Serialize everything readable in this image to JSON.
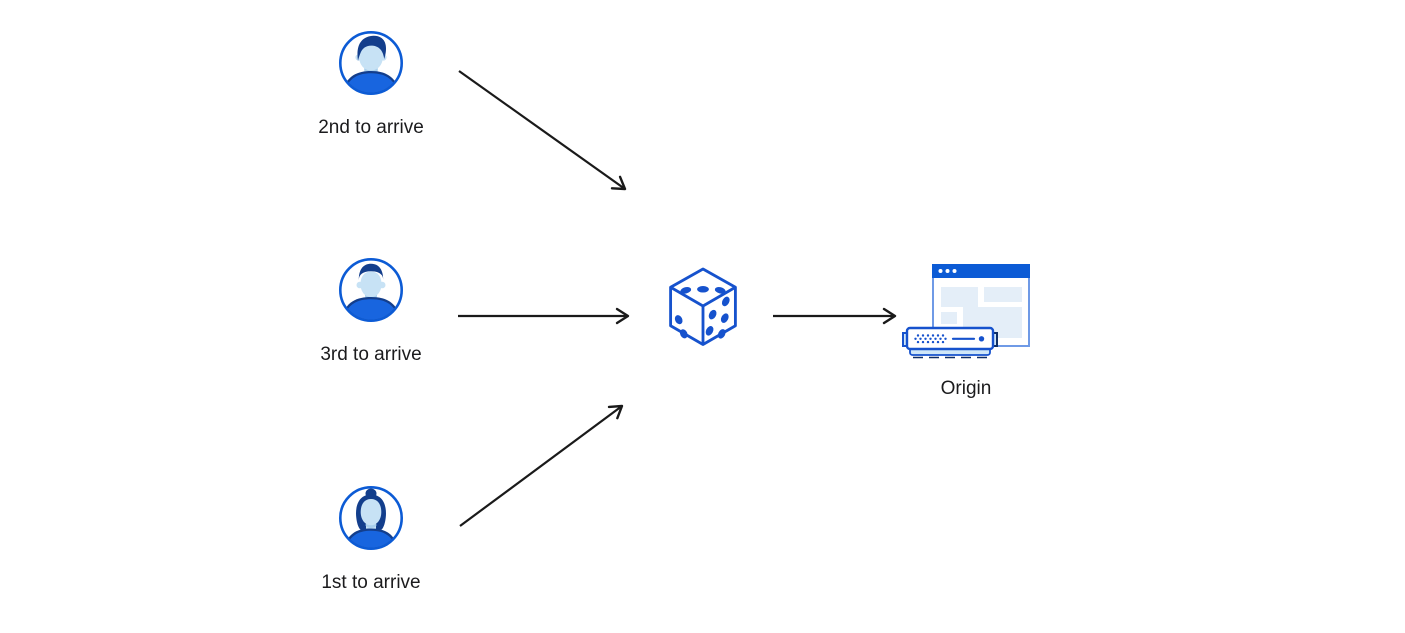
{
  "diagram": {
    "users": [
      {
        "label": "2nd to arrive",
        "icon": "male-swept-hair-avatar-icon"
      },
      {
        "label": "3rd to arrive",
        "icon": "male-short-hair-avatar-icon"
      },
      {
        "label": "1st to arrive",
        "icon": "female-bun-avatar-icon"
      }
    ],
    "balancer": {
      "icon": "dice-icon"
    },
    "origin": {
      "label": "Origin",
      "icon": "origin-server-browser-icon"
    },
    "arrows": [
      {
        "from": "user-2nd-to-arrive",
        "to": "dice"
      },
      {
        "from": "user-3rd-to-arrive",
        "to": "dice"
      },
      {
        "from": "user-1st-to-arrive",
        "to": "dice"
      },
      {
        "from": "dice",
        "to": "origin"
      }
    ],
    "colors": {
      "icon_blue": "#1652cd",
      "avatar_ring_blue": "#0c5bd5",
      "hair_navy": "#133e8c",
      "skin_light_blue": "#c7e2f5",
      "skin_shadow_blue": "#a9cfec",
      "shirt_blue": "#1865df",
      "browser_bar_blue": "#0c5bd5",
      "browser_border_blue": "#6f9ae6",
      "panel_light_blue": "#e4eef8",
      "server_tab_light_blue": "#cfe7f8",
      "server_accent_navy": "#0e2e66",
      "arrow_black": "#1a1a1a",
      "text_black": "#1b1b1d",
      "background_white": "#ffffff"
    }
  }
}
